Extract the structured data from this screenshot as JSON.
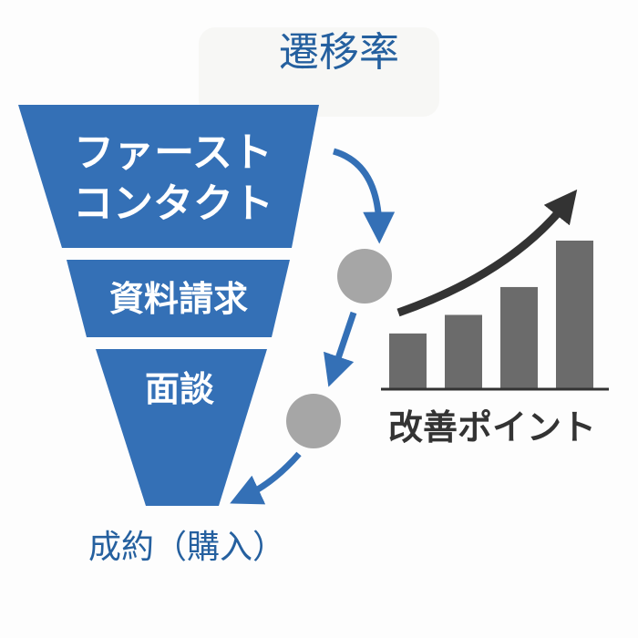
{
  "title": "遷移率",
  "funnel": {
    "stage1_line1": "ファースト",
    "stage1_line2": "コンタクト",
    "stage2": "資料請求",
    "stage3": "面談",
    "result": "成約（購入）"
  },
  "improvement": {
    "label": "改善ポイント",
    "bar_values": [
      3,
      4,
      5.5,
      8
    ]
  },
  "colors": {
    "funnel": "#3470b6",
    "title": "#25609f",
    "circle": "#a6a6a6",
    "bars": "#6b6b6b",
    "trend_arrow": "#333333"
  }
}
